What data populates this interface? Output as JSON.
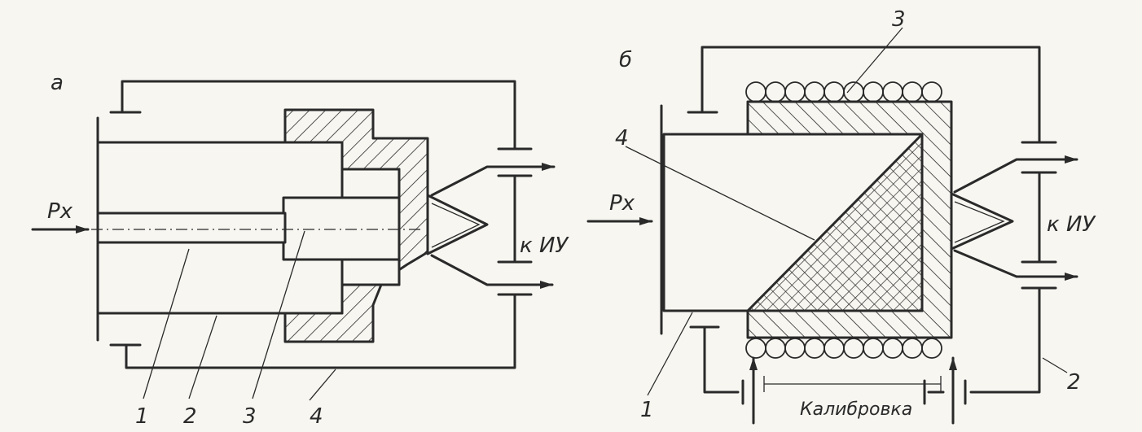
{
  "panel_a": {
    "letter": "a",
    "pressure_label": "Px",
    "output_label": "к ИУ",
    "callouts": [
      "1",
      "2",
      "3",
      "4"
    ]
  },
  "panel_b": {
    "letter": "б",
    "pressure_label": "Px",
    "output_label": "к ИУ",
    "calibration_label": "Калибровка",
    "callouts": [
      "1",
      "2",
      "3",
      "4"
    ]
  },
  "colors": {
    "ink": "#2a2a2a",
    "paper": "#f7f6f1"
  }
}
